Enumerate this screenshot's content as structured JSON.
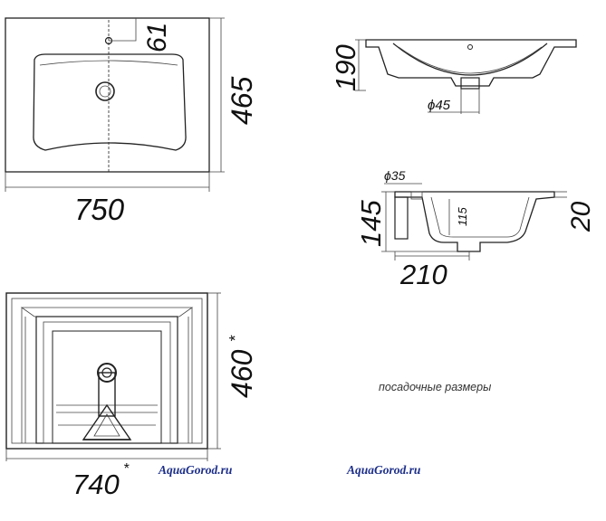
{
  "top_view": {
    "width_label": "750",
    "depth_label": "465",
    "tap_offset_label": "61"
  },
  "front_section": {
    "height_label": "190",
    "drain_label": "ϕ45"
  },
  "side_section": {
    "height_label": "145",
    "rim_label": "20",
    "inner_depth_label": "115",
    "drain_label": "ϕ35",
    "depth_label": "210"
  },
  "bottom_view": {
    "width_label": "740",
    "depth_label": "460",
    "asterisk": "*"
  },
  "note": "посадочные размеры",
  "watermarks": [
    "AquaGorod.ru",
    "AquaGorod.ru"
  ]
}
